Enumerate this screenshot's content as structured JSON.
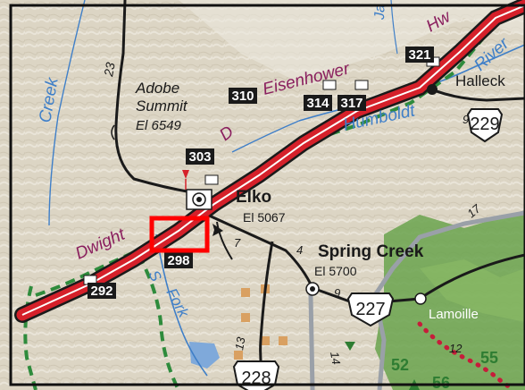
{
  "map": {
    "colors": {
      "terrain": "#ddd6c6",
      "interstate_red": "#d5202a",
      "route_purple": "#8a1f5e",
      "river_blue": "#3f7fc8",
      "trail_green": "#2e8b3c",
      "park_green": "#5e9e46",
      "highlight_red": "#ff0000"
    },
    "places": {
      "elko": "Elko",
      "elko_elev": "El 5067",
      "spring_creek": "Spring Creek",
      "spring_creek_elev": "El 5700",
      "halleck": "Halleck",
      "lamoille": "Lamoille",
      "adobe_summit_1": "Adobe",
      "adobe_summit_2": "Summit",
      "adobe_elev": "El 6549"
    },
    "route_name": {
      "dwight": "Dwight",
      "d": "D",
      "eisenhower": "Eisenhower",
      "hw_fragment": "Hw"
    },
    "water": {
      "creek": "Creek",
      "humboldt": "Humboldt",
      "river": "River",
      "fork": "Fork",
      "s_fork": "S",
      "top_fragment": "Ja"
    },
    "exits": [
      "321",
      "310",
      "314",
      "317",
      "303",
      "298",
      "292"
    ],
    "route_shields": [
      "229",
      "227",
      "228"
    ],
    "road_numbers": [
      "23",
      "9",
      "7",
      "4",
      "9",
      "17",
      "13",
      "14",
      "12"
    ],
    "park_labels": [
      "52",
      "55",
      "56"
    ]
  }
}
